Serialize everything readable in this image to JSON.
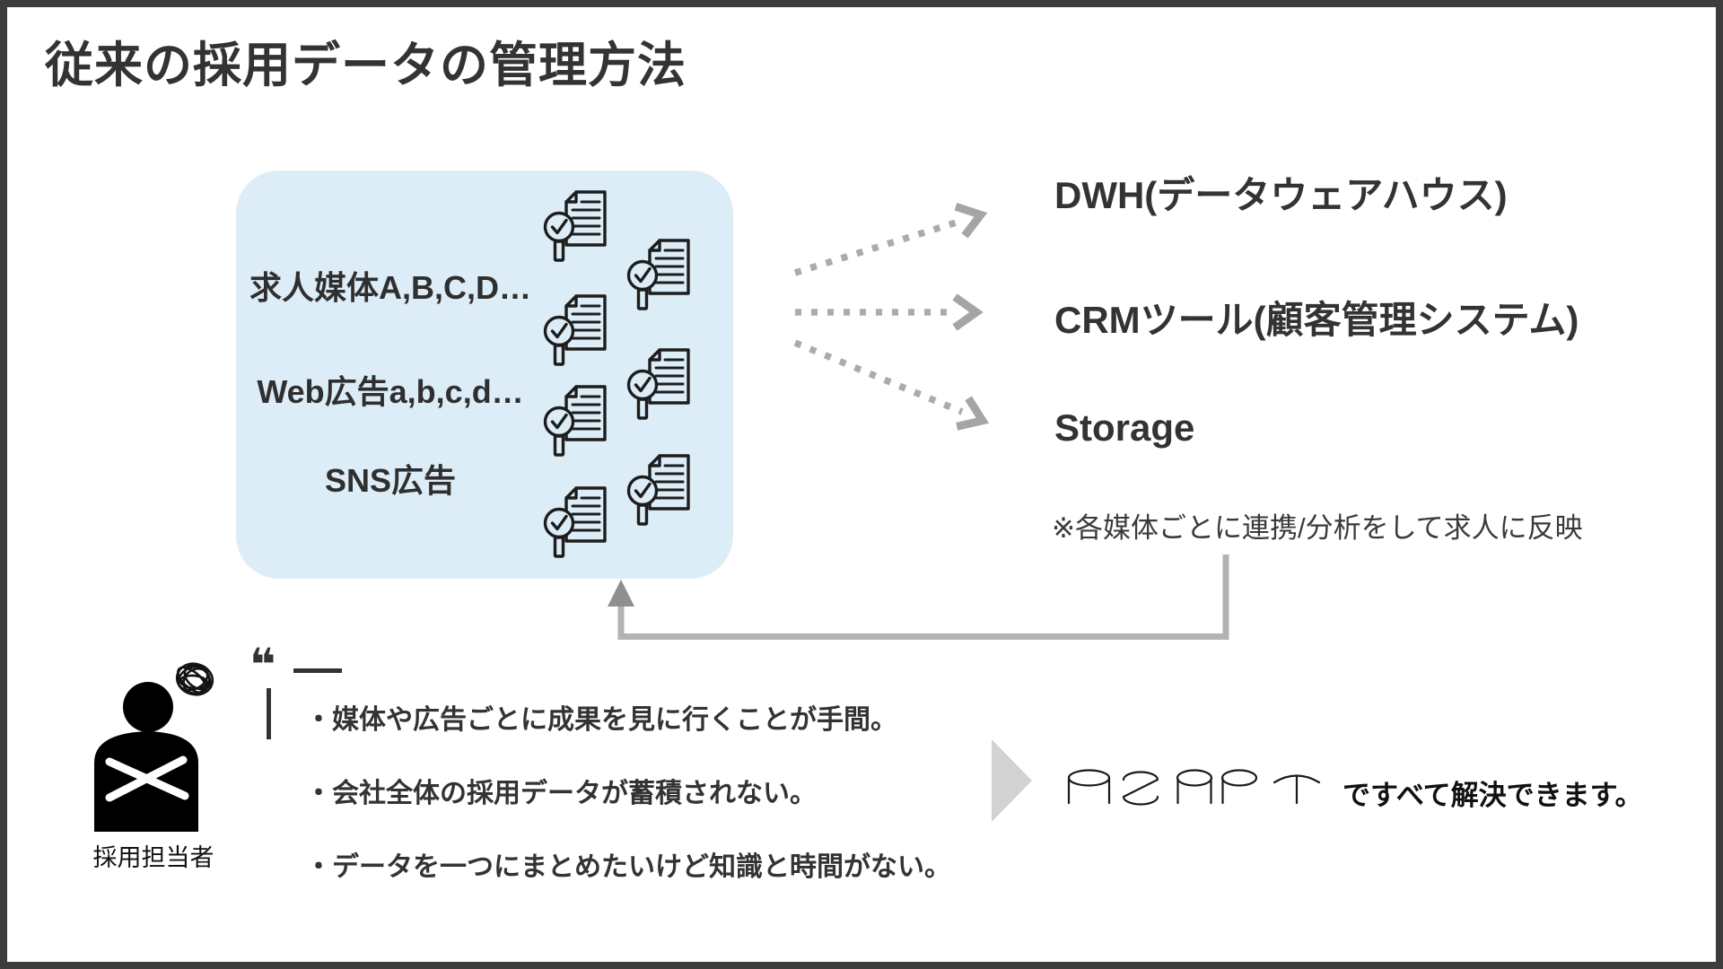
{
  "page": {
    "title": "従来の採用データの管理方法",
    "border_color": "#3c3c3c"
  },
  "source_box": {
    "bg_color": "#ddedf7",
    "items": [
      "求人媒体A,B,C,D…",
      "Web広告a,b,c,d…",
      "SNS広告"
    ],
    "doc_icon_count": 7
  },
  "destinations": {
    "items": [
      "DWH(データウェアハウス)",
      "CRMツール(顧客管理システム)",
      "Storage"
    ],
    "note": "※各媒体ごとに連携/分析をして求人に反映",
    "dotted_arrow_color": "#ababab"
  },
  "feedback_arrow": {
    "line_color": "#b3b3b3",
    "head_color": "#8f8f8f"
  },
  "persona": {
    "label": "採用担当者"
  },
  "pain_points": [
    "・媒体や広告ごとに成果を見に行くことが手間。",
    "・会社全体の採用データが蓄積されない。",
    "・データを一つにまとめたいけど知識と時間がない。"
  ],
  "solution": {
    "brand": "AZAPT",
    "message": "ですべて解決できます。",
    "chevron_color": "#d2d2d2"
  }
}
